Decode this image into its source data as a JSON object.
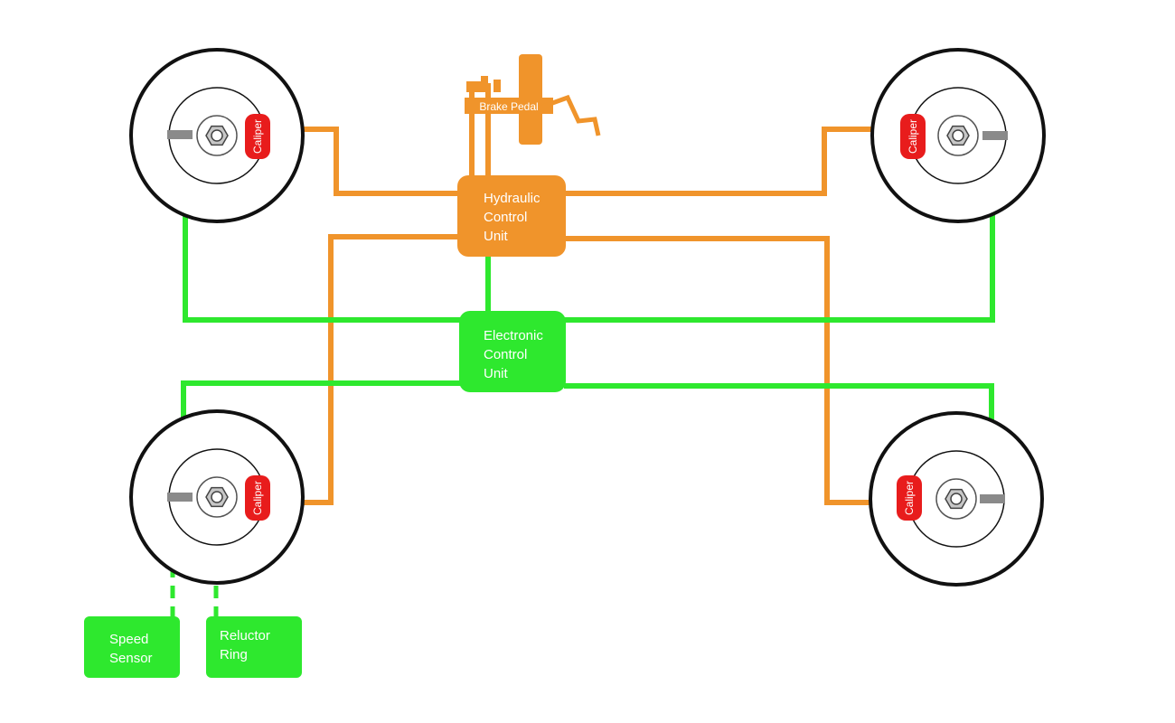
{
  "labels": {
    "hydraulic_unit": [
      "Hydraulic",
      "Control",
      "Unit"
    ],
    "electronic_unit": [
      "Electronic",
      "Control",
      "Unit"
    ],
    "brake_pedal": "Brake Pedal",
    "caliper": "Caliper",
    "speed_sensor": [
      "Speed",
      "Sensor"
    ],
    "reluctor_ring": [
      "Reluctor",
      "Ring"
    ]
  },
  "colors": {
    "hydraulic": "#f0942b",
    "electronic": "#2ee82e",
    "caliper": "#e81c1c",
    "sensor": "#8a8a8a",
    "wheel": "#111111"
  },
  "icons": [
    "wheel-icon",
    "hub-nut-icon",
    "brake-pedal-icon"
  ]
}
